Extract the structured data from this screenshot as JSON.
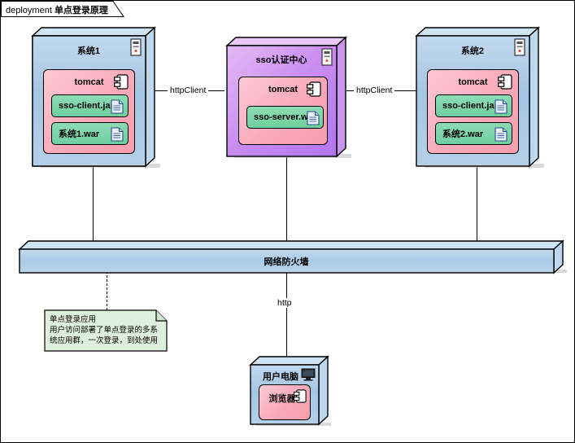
{
  "frame": {
    "keyword": "deployment",
    "name": "单点登录原理"
  },
  "nodes": [
    {
      "id": "system1",
      "label": "系统1",
      "icon": "device-icon",
      "component": {
        "label": "tomcat",
        "icon": "component-icon",
        "artifacts": [
          {
            "label": "sso-client.jar",
            "icon": "artifact-icon"
          },
          {
            "label": "系统1.war",
            "icon": "artifact-icon"
          }
        ]
      }
    },
    {
      "id": "sso-center",
      "label": "sso认证中心",
      "icon": "device-icon",
      "component": {
        "label": "tomcat",
        "icon": "component-icon",
        "artifacts": [
          {
            "label": "sso-server.war",
            "icon": "artifact-icon"
          }
        ]
      }
    },
    {
      "id": "system2",
      "label": "系统2",
      "icon": "device-icon",
      "component": {
        "label": "tomcat",
        "icon": "component-icon",
        "artifacts": [
          {
            "label": "sso-client.jar",
            "icon": "artifact-icon"
          },
          {
            "label": "系统2.war",
            "icon": "artifact-icon"
          }
        ]
      }
    }
  ],
  "firewall": {
    "label": "网络防火墙"
  },
  "client": {
    "label": "用户电脑",
    "icon": "monitor-icon",
    "component": {
      "label": "浏览器",
      "icon": "component-icon"
    }
  },
  "edges": {
    "left_http_client": "httpClient",
    "right_http_client": "httpClient",
    "client_http": "http"
  },
  "note": {
    "line1": "单点登录应用",
    "line2": "用户访问部署了单点登录的多系",
    "line3": "统应用群，一次登录，到处使用"
  },
  "colors": {
    "node_blue": "#9dc1e0",
    "node_purple": "#c98cf0",
    "component_pink": "#f9a9ba",
    "artifact_green": "#6ecf9f",
    "note_green": "#ddf0dd",
    "line": "#000000"
  }
}
